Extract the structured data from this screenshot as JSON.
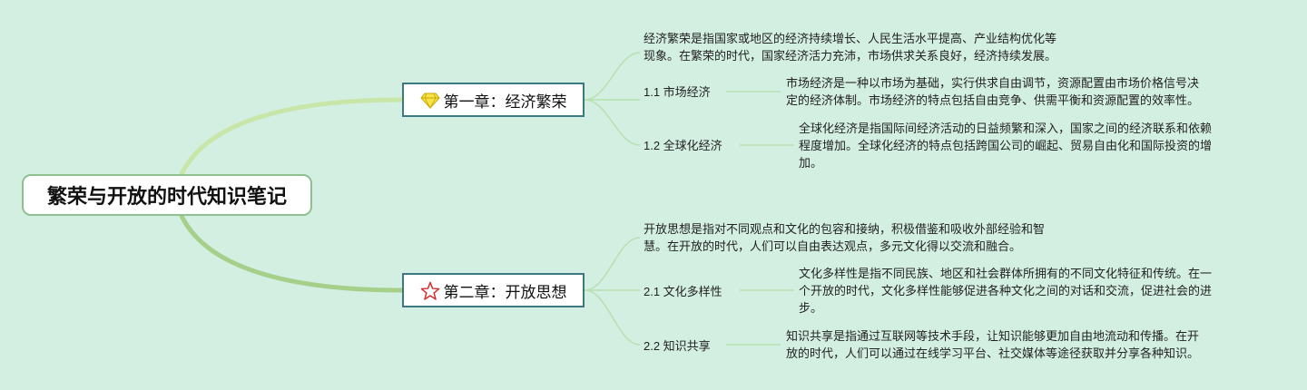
{
  "root": {
    "title": "繁荣与开放的时代知识笔记"
  },
  "chapters": [
    {
      "icon": "diamond-icon",
      "title": "第一章：经济繁荣",
      "summary_lines": [
        "经济繁荣是指国家或地区的经济持续增长、人民生活水平提高、产业结构优化等",
        "现象。在繁荣的时代，国家经济活力充沛，市场供求关系良好，经济持续发展。"
      ],
      "sections": [
        {
          "label": "1.1 市场经济",
          "lines": [
            "市场经济是一种以市场为基础，实行供求自由调节，资源配置由市场价格信号决",
            "定的经济体制。市场经济的特点包括自由竞争、供需平衡和资源配置的效率性。"
          ]
        },
        {
          "label": "1.2 全球化经济",
          "lines": [
            "全球化经济是指国际间经济活动的日益频繁和深入，国家之间的经济联系和依赖",
            "程度增加。全球化经济的特点包括跨国公司的崛起、贸易自由化和国际投资的增",
            "加。"
          ]
        }
      ]
    },
    {
      "icon": "star-icon",
      "title": "第二章：开放思想",
      "summary_lines": [
        "开放思想是指对不同观点和文化的包容和接纳，积极借鉴和吸收外部经验和智",
        "慧。在开放的时代，人们可以自由表达观点，多元文化得以交流和融合。"
      ],
      "sections": [
        {
          "label": "2.1 文化多样性",
          "lines": [
            "文化多样性是指不同民族、地区和社会群体所拥有的不同文化特征和传统。在一",
            "个开放的时代，文化多样性能够促进各种文化之间的对话和交流，促进社会的进",
            "步。"
          ]
        },
        {
          "label": "2.2 知识共享",
          "lines": [
            "知识共享是指通过互联网等技术手段，让知识能够更加自由地流动和传播。在开",
            "放的时代，人们可以通过在线学习平台、社交媒体等途径获取并分享各种知识。"
          ]
        }
      ]
    }
  ],
  "colors": {
    "background": "#d3efe2",
    "root_border": "#8fc08f",
    "chapter_border": "#3b7a82",
    "branch_upper": "#c8e6a8",
    "branch_lower": "#a6cf8a",
    "sub_branch": "#b8e0b0"
  }
}
